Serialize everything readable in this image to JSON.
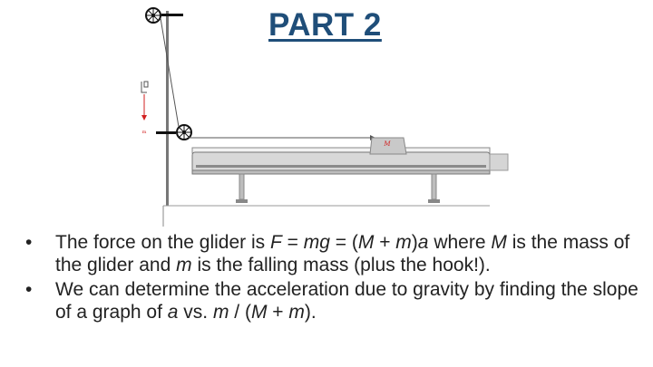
{
  "slide": {
    "title": "PART 2"
  },
  "figure": {
    "glider_label": "M",
    "mass_label": "m"
  },
  "bullets": [
    {
      "marker": "•",
      "parts": [
        "The force on the glider is ",
        "F",
        " = ",
        "mg",
        " = (",
        "M",
        " + ",
        "m",
        ")",
        "a",
        " where ",
        "M",
        " is the mass of the glider and ",
        "m",
        " is the falling mass (plus the hook!)."
      ]
    },
    {
      "marker": "•",
      "parts": [
        "We can determine the acceleration due to gravity by finding the slope of a graph of ",
        "a",
        " vs. ",
        "m",
        " / (",
        "M",
        " + ",
        "m",
        ")."
      ]
    }
  ],
  "colors": {
    "title": "#1f4e79",
    "track": "#cfcfcf",
    "string": "#555555",
    "force_arrow": "#d22020"
  }
}
